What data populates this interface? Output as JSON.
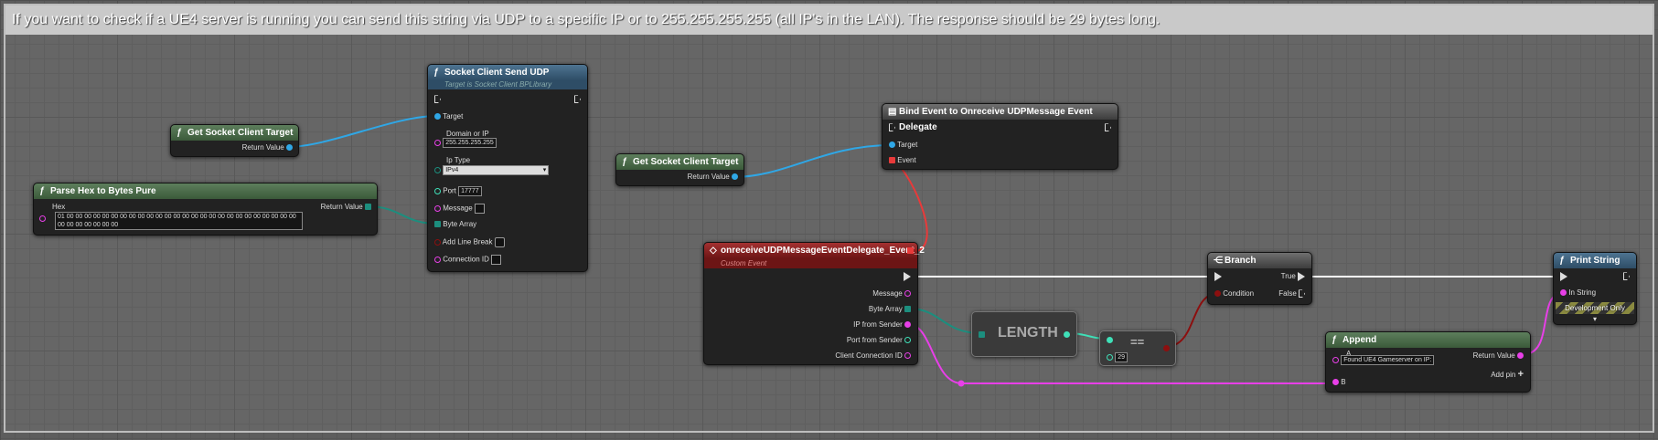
{
  "comment": {
    "title": "If you want to check if a UE4 server is running you can send this string via UDP to a specific IP or to 255.255.255.255 (all IP's in the LAN). The response should be 29 bytes long."
  },
  "nodes": {
    "get_target_1": {
      "title": "Get Socket Client Target",
      "return_label": "Return Value"
    },
    "get_target_2": {
      "title": "Get Socket Client Target",
      "return_label": "Return Value"
    },
    "parse_hex": {
      "title": "Parse Hex to Bytes Pure",
      "hex_label": "Hex",
      "hex_value": "01 00 00 00 00 00 00 00 00 00 00 00 00 00 00 00 00 00 00 00 00 00 00 00 00 00 00 00 00 00 00 00 00 00",
      "return_label": "Return Value"
    },
    "send_udp": {
      "title": "Socket Client Send UDP",
      "subtitle": "Target is Socket Client BPLibrary",
      "target_label": "Target",
      "domain_label": "Domain or IP",
      "domain_value": "255.255.255.255",
      "iptype_label": "Ip Type",
      "iptype_value": "IPv4",
      "port_label": "Port",
      "port_value": "17777",
      "message_label": "Message",
      "bytearray_label": "Byte Array",
      "linebreak_label": "Add Line Break",
      "connid_label": "Connection ID"
    },
    "bind_event": {
      "title": "Bind Event to Onreceive UDPMessage Event Delegate",
      "target_label": "Target",
      "event_label": "Event"
    },
    "custom_event": {
      "title": "onreceiveUDPMessageEventDelegate_Event_2",
      "subtitle": "Custom Event",
      "pins": [
        "Message",
        "Byte Array",
        "IP from Sender",
        "Port from Sender",
        "Client Connection ID"
      ]
    },
    "length": {
      "title": "LENGTH"
    },
    "equals": {
      "symbol": "==",
      "value": "29"
    },
    "branch": {
      "title": "Branch",
      "condition_label": "Condition",
      "true_label": "True",
      "false_label": "False"
    },
    "append": {
      "title": "Append",
      "a_label": "A",
      "a_value": "Found UE4 Gameserver on IP:",
      "b_label": "B",
      "return_label": "Return Value",
      "addpin_label": "Add pin"
    },
    "print": {
      "title": "Print String",
      "instring_label": "In String",
      "devonly_label": "Development Only"
    }
  },
  "colors": {
    "object_pin": "#2fa7e6",
    "string_pin": "#e83fe8",
    "byte_pin": "#1c8e7e",
    "bool_pin": "#8c0f0f",
    "int_pin": "#3fe0b8",
    "delegate_pin": "#e83a3a",
    "exec_wire": "#ffffff"
  }
}
